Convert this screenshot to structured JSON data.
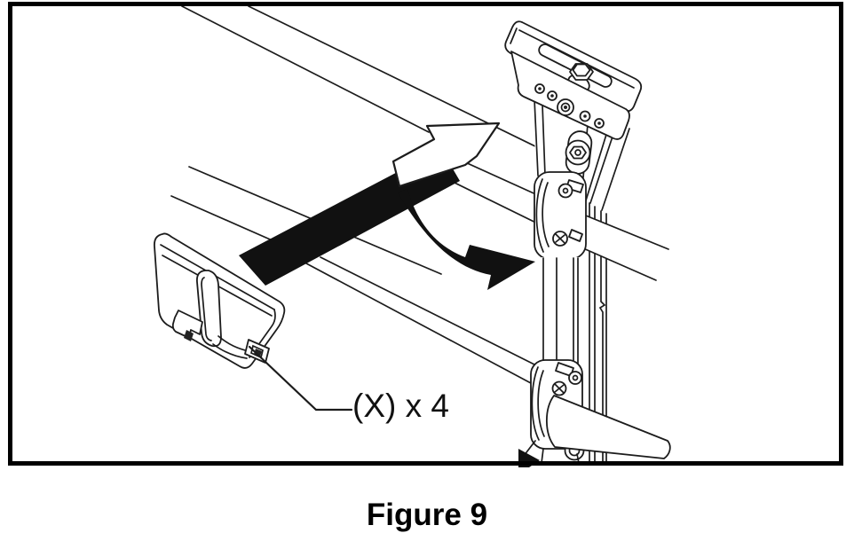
{
  "figure": {
    "caption": "Figure 9",
    "part_label": "(X) x 4"
  },
  "colors": {
    "background": "#ffffff",
    "line": "#1c1c1c",
    "frame": "#000000",
    "arrow_fill": "#111111"
  },
  "icons": {
    "insertion_arrow": "straight two-tone arrow pointing up-right",
    "rotation_arrow": "curved black arrow pointing down-right"
  }
}
